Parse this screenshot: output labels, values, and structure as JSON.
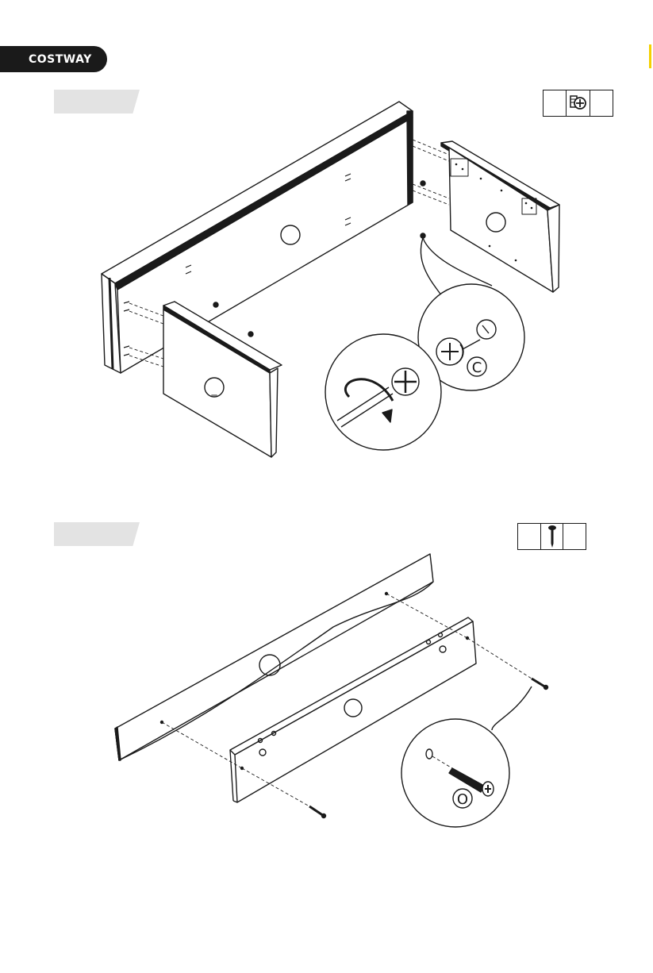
{
  "brand": {
    "name": "COSTWAY"
  },
  "step1": {
    "hardware_icon": "cam-lock-icon",
    "parts": {
      "back_panel": "",
      "side_panel_right": "",
      "side_panel_left": "_",
      "hardware_callout": "C"
    }
  },
  "step2": {
    "hardware_icon": "screw-icon",
    "parts": {
      "rail_rear": "",
      "rail_front": "",
      "hardware_callout": "O"
    }
  },
  "colors": {
    "line": "#1a1a1a",
    "banner": "#e3e3e3",
    "brand_bg": "#1a1a1a",
    "accent_mark": "#f4d000"
  }
}
